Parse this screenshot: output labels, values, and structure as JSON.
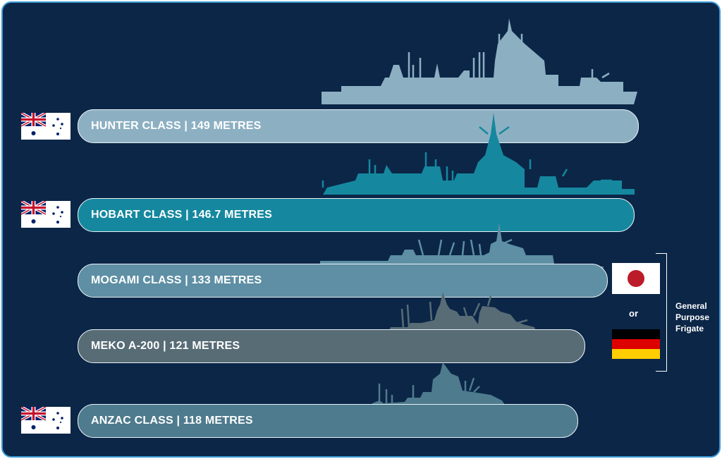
{
  "ships": [
    {
      "label": "HUNTER CLASS | 149 METRES",
      "flag": "australia-flag",
      "color": "#8cb0c2"
    },
    {
      "label": "HOBART CLASS | 146.7 METRES",
      "flag": "australia-flag",
      "color": "#15889f"
    },
    {
      "label": "MOGAMI CLASS | 133 METRES",
      "flag": "japan-flag",
      "color": "#5e8fa4"
    },
    {
      "label": "MEKO A-200 | 121 METRES",
      "flag": "germany-flag",
      "color": "#586c76"
    },
    {
      "label": "ANZAC CLASS | 118 METRES",
      "flag": "australia-flag",
      "color": "#4e7b8d"
    }
  ],
  "connector": {
    "or": "or"
  },
  "group": {
    "line1": "General",
    "line2": "Purpose",
    "line3": "Frigate"
  },
  "colors": {
    "background": "#0b2647",
    "border": "#3f9bd6",
    "outline": "#e9f1f5"
  }
}
